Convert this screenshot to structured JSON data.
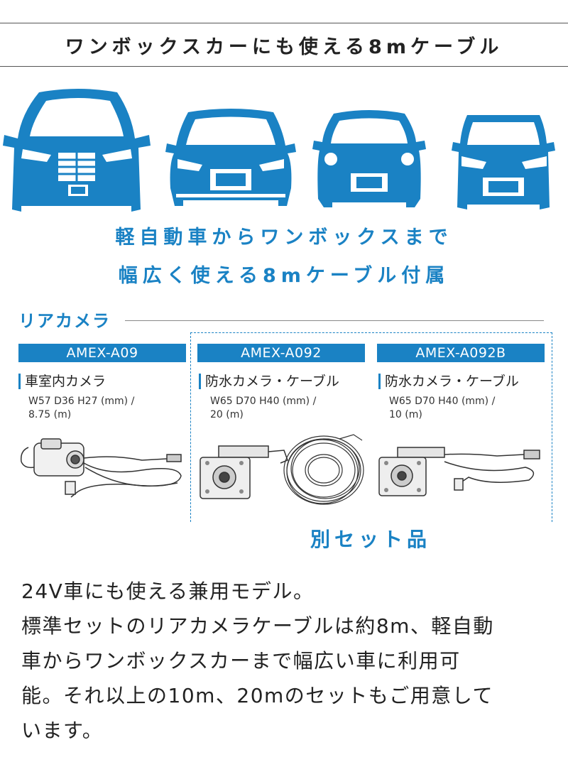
{
  "header": {
    "title": "ワンボックスカーにも使える8mケーブル"
  },
  "colors": {
    "accent": "#1a82c4",
    "text": "#222222"
  },
  "icons": [
    "minivan-icon",
    "compact-car-icon",
    "kei-car-icon",
    "box-wagon-icon"
  ],
  "tagline": {
    "line1": "軽自動車からワンボックスまで",
    "line2": "幅広く使える8mケーブル付属"
  },
  "rear_camera": {
    "section_label": "リアカメラ",
    "products": [
      {
        "model": "AMEX-A09",
        "name": "車室内カメラ",
        "dims_line1": "W57  D36  H27 (mm) /",
        "dims_line2": "8.75 (m)"
      },
      {
        "model": "AMEX-A092",
        "name": "防水カメラ・ケーブル",
        "dims_line1": "W65  D70  H40 (mm) /",
        "dims_line2": "20 (m)"
      },
      {
        "model": "AMEX-A092B",
        "name": "防水カメラ・ケーブル",
        "dims_line1": "W65  D70  H40 (mm) /",
        "dims_line2": "10 (m)"
      }
    ],
    "separate_label": "別セット品"
  },
  "description": {
    "lines": [
      "24V車にも使える兼用モデル。",
      "標準セットのリアカメラケーブルは約8m、軽自動",
      "車からワンボックスカーまで幅広い車に利用可",
      "能。それ以上の10m、20mのセットもご用意して",
      "います。"
    ]
  }
}
